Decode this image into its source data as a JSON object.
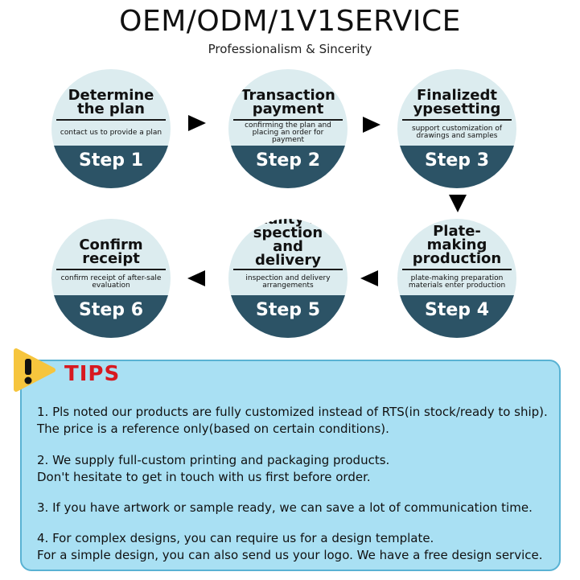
{
  "header": {
    "title": "OEM/ODM/1V1SERVICE",
    "subtitle": "Professionalism & Sincerity"
  },
  "steps": [
    {
      "title": "Determine the plan",
      "desc": "contact us to provide a plan",
      "label": "Step 1"
    },
    {
      "title": "Transaction payment",
      "desc": "confirming the plan and placing an order for payment",
      "label": "Step 2"
    },
    {
      "title": "Finalizedt ypesetting",
      "desc": "support customization of drawings and samples",
      "label": "Step 3"
    },
    {
      "title": "Plate-making production",
      "desc": "plate-making preparation materials enter production",
      "label": "Step 4"
    },
    {
      "title": "Quality in-spection and delivery",
      "desc": "inspection and delivery arrangements",
      "label": "Step 5"
    },
    {
      "title": "Confirm receipt",
      "desc": "confirm receipt of after-sale evaluation",
      "label": "Step 6"
    }
  ],
  "tips": {
    "title": "TIPS",
    "icon": "warning-icon",
    "items": [
      {
        "line1": "1. Pls noted our products are fully customized instead of RTS(in stock/ready to ship).",
        "line2": "The price is a reference only(based on certain conditions)."
      },
      {
        "line1": "2. We supply full-custom printing and packaging products.",
        "line2": "Don't hesitate to get in touch with us first before order."
      },
      {
        "line1": "3. If you have artwork or sample ready, we can save a lot of communication time.",
        "line2": ""
      },
      {
        "line1": "4. For complex designs, you can require us for a design template.",
        "line2": "For a simple design, you can also send us your logo. We have a free design service."
      }
    ]
  },
  "colors": {
    "circle_bg": "#dcecef",
    "step_band": "#2c5366",
    "tips_bg": "#a9e0f3",
    "tips_border": "#59b2d3",
    "tips_title": "#d71920",
    "badge_yellow": "#f6c53d"
  }
}
